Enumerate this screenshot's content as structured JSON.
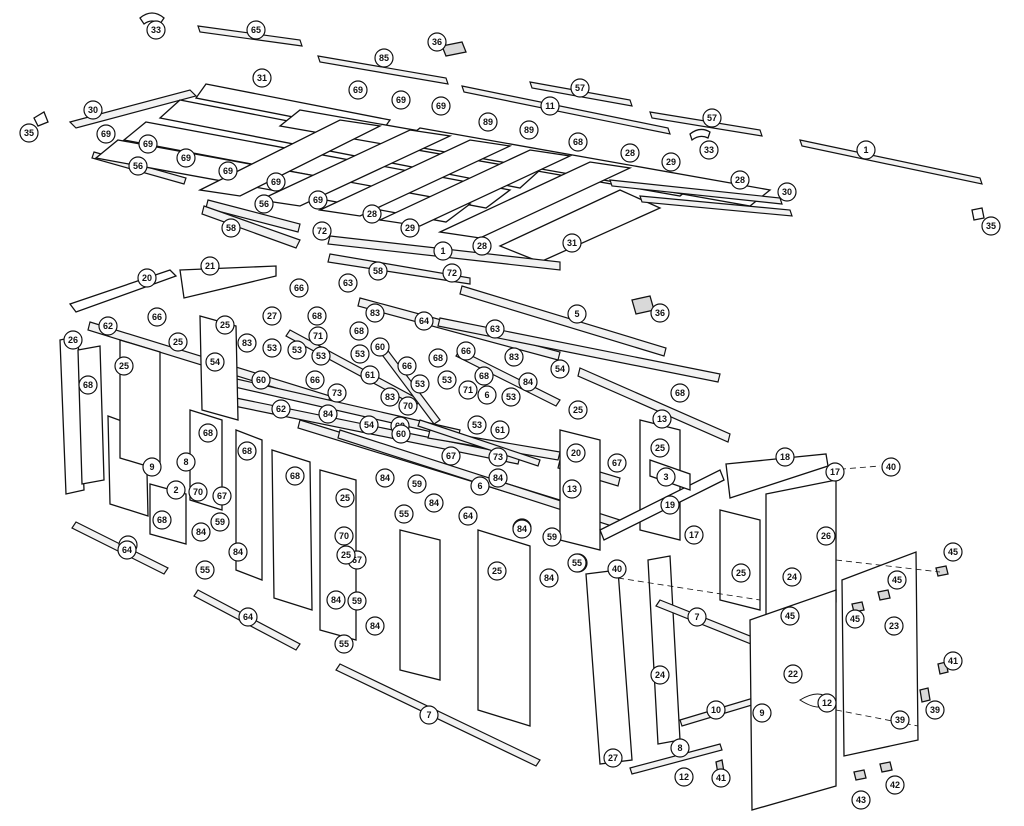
{
  "callouts": [
    {
      "label": "33"
    },
    {
      "label": "65"
    },
    {
      "label": "36"
    },
    {
      "label": "85"
    },
    {
      "label": "57"
    },
    {
      "label": "31"
    },
    {
      "label": "69"
    },
    {
      "label": "69"
    },
    {
      "label": "69"
    },
    {
      "label": "11"
    },
    {
      "label": "57"
    },
    {
      "label": "30"
    },
    {
      "label": "69"
    },
    {
      "label": "69"
    },
    {
      "label": "89"
    },
    {
      "label": "35"
    },
    {
      "label": "89"
    },
    {
      "label": "69"
    },
    {
      "label": "68"
    },
    {
      "label": "33"
    },
    {
      "label": "1"
    },
    {
      "label": "28"
    },
    {
      "label": "29"
    },
    {
      "label": "56"
    },
    {
      "label": "69"
    },
    {
      "label": "69"
    },
    {
      "label": "28"
    },
    {
      "label": "30"
    },
    {
      "label": "56"
    },
    {
      "label": "69"
    },
    {
      "label": "35"
    },
    {
      "label": "58"
    },
    {
      "label": "72"
    },
    {
      "label": "28"
    },
    {
      "label": "29"
    },
    {
      "label": "31"
    },
    {
      "label": "1"
    },
    {
      "label": "28"
    },
    {
      "label": "58"
    },
    {
      "label": "72"
    },
    {
      "label": "20"
    },
    {
      "label": "21"
    },
    {
      "label": "63"
    },
    {
      "label": "66"
    },
    {
      "label": "83"
    },
    {
      "label": "5"
    },
    {
      "label": "36"
    },
    {
      "label": "68"
    },
    {
      "label": "64"
    },
    {
      "label": "63"
    },
    {
      "label": "62"
    },
    {
      "label": "66"
    },
    {
      "label": "27"
    },
    {
      "label": "71"
    },
    {
      "label": "68"
    },
    {
      "label": "26"
    },
    {
      "label": "25"
    },
    {
      "label": "25"
    },
    {
      "label": "83"
    },
    {
      "label": "53"
    },
    {
      "label": "53"
    },
    {
      "label": "53"
    },
    {
      "label": "60"
    },
    {
      "label": "66"
    },
    {
      "label": "83"
    },
    {
      "label": "25"
    },
    {
      "label": "54"
    },
    {
      "label": "53"
    },
    {
      "label": "66"
    },
    {
      "label": "68"
    },
    {
      "label": "53"
    },
    {
      "label": "54"
    },
    {
      "label": "68"
    },
    {
      "label": "60"
    },
    {
      "label": "66"
    },
    {
      "label": "61"
    },
    {
      "label": "53"
    },
    {
      "label": "71"
    },
    {
      "label": "68"
    },
    {
      "label": "84"
    },
    {
      "label": "6"
    },
    {
      "label": "73"
    },
    {
      "label": "53"
    },
    {
      "label": "60"
    },
    {
      "label": "62"
    },
    {
      "label": "83"
    },
    {
      "label": "70"
    },
    {
      "label": "25"
    },
    {
      "label": "84"
    },
    {
      "label": "54"
    },
    {
      "label": "53"
    },
    {
      "label": "13"
    },
    {
      "label": "68"
    },
    {
      "label": "60"
    },
    {
      "label": "61"
    },
    {
      "label": "67"
    },
    {
      "label": "73"
    },
    {
      "label": "25"
    },
    {
      "label": "68"
    },
    {
      "label": "68"
    },
    {
      "label": "64"
    },
    {
      "label": "20"
    },
    {
      "label": "67"
    },
    {
      "label": "18"
    },
    {
      "label": "68"
    },
    {
      "label": "9"
    },
    {
      "label": "8"
    },
    {
      "label": "84"
    },
    {
      "label": "59"
    },
    {
      "label": "6"
    },
    {
      "label": "84"
    },
    {
      "label": "13"
    },
    {
      "label": "3"
    },
    {
      "label": "17"
    },
    {
      "label": "40"
    },
    {
      "label": "2"
    },
    {
      "label": "70"
    },
    {
      "label": "67"
    },
    {
      "label": "25"
    },
    {
      "label": "84"
    },
    {
      "label": "55"
    },
    {
      "label": "64"
    },
    {
      "label": "19"
    },
    {
      "label": "68"
    },
    {
      "label": "84"
    },
    {
      "label": "59"
    },
    {
      "label": "84"
    },
    {
      "label": "59"
    },
    {
      "label": "26"
    },
    {
      "label": "59"
    },
    {
      "label": "84"
    },
    {
      "label": "70"
    },
    {
      "label": "17"
    },
    {
      "label": "64"
    },
    {
      "label": "84"
    },
    {
      "label": "67"
    },
    {
      "label": "55"
    },
    {
      "label": "25"
    },
    {
      "label": "25"
    },
    {
      "label": "84"
    },
    {
      "label": "55"
    },
    {
      "label": "40"
    },
    {
      "label": "25"
    },
    {
      "label": "24"
    },
    {
      "label": "45"
    },
    {
      "label": "45"
    },
    {
      "label": "64"
    },
    {
      "label": "84"
    },
    {
      "label": "59"
    },
    {
      "label": "7"
    },
    {
      "label": "45"
    },
    {
      "label": "45"
    },
    {
      "label": "84"
    },
    {
      "label": "23"
    },
    {
      "label": "55"
    },
    {
      "label": "22"
    },
    {
      "label": "24"
    },
    {
      "label": "41"
    },
    {
      "label": "12"
    },
    {
      "label": "7"
    },
    {
      "label": "10"
    },
    {
      "label": "9"
    },
    {
      "label": "39"
    },
    {
      "label": "39"
    },
    {
      "label": "8"
    },
    {
      "label": "27"
    },
    {
      "label": "12"
    },
    {
      "label": "41"
    },
    {
      "label": "42"
    },
    {
      "label": "43"
    }
  ]
}
